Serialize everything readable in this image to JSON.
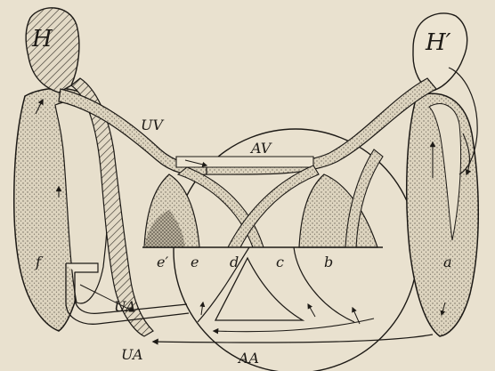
{
  "labels": {
    "H": "H",
    "H_prime": "H′",
    "UV": "UV",
    "AV": "AV",
    "UA_inner": "UA",
    "UA_outer": "UA",
    "AA": "AA",
    "f": "f",
    "e_prime": "e′",
    "e": "e",
    "d": "d",
    "c": "c",
    "b": "b",
    "a": "a"
  },
  "colors": {
    "paper": "#e9e1cf",
    "ink": "#1d1a16",
    "stipple": "#8f887a",
    "dense": "#5e574c"
  }
}
